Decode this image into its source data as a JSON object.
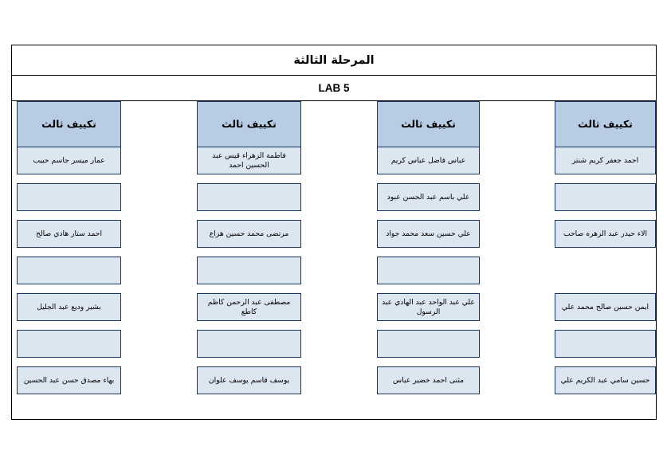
{
  "document": {
    "title": "المرحلة الثالثة",
    "lab": "LAB 5"
  },
  "colors": {
    "header_fill": "#b8cce4",
    "cell_fill": "#dce6f1",
    "border": "#17365d",
    "frame": "#000000",
    "page_background": "#ffffff"
  },
  "columns": [
    {
      "header": "تكييف ثالث",
      "cells": [
        {
          "text": "عمار ميسر جاسم حبيب",
          "filled": true
        },
        {
          "text": "",
          "filled": true
        },
        {
          "text": "احمد ستار هادي صالح",
          "filled": true
        },
        {
          "text": "",
          "filled": true
        },
        {
          "text": "بشير وديع عبد الجليل",
          "filled": true
        },
        {
          "text": "",
          "filled": true
        },
        {
          "text": "بهاء مصدق حسن عبد الحسين",
          "filled": true
        }
      ]
    },
    {
      "header": "تكييف ثالث",
      "cells": [
        {
          "text": "فاطمة الزهراء قيس عبد الحسين احمد",
          "filled": true
        },
        {
          "text": "",
          "filled": true
        },
        {
          "text": "مرتضى محمد حسين هزاع",
          "filled": true
        },
        {
          "text": "",
          "filled": true
        },
        {
          "text": "مصطفى عبد الرحمن كاظم كاطع",
          "filled": true
        },
        {
          "text": "",
          "filled": true
        },
        {
          "text": "يوسف قاسم يوسف علوان",
          "filled": true
        }
      ]
    },
    {
      "header": "تكييف ثالث",
      "cells": [
        {
          "text": "عباس فاضل عباس كريم",
          "filled": true
        },
        {
          "text": "علي باسم عبد الحسن عبود",
          "filled": true
        },
        {
          "text": "علي حسين سعد محمد جواد",
          "filled": true
        },
        {
          "text": "",
          "filled": true
        },
        {
          "text": "علي عبد الواحد عبد الهادي عبد الرسول",
          "filled": true
        },
        {
          "text": "",
          "filled": true
        },
        {
          "text": "مثنى احمد خضير عباس",
          "filled": true
        }
      ]
    },
    {
      "header": "تكييف ثالث",
      "cells": [
        {
          "text": "احمد جعفر كريم شنتر",
          "filled": true
        },
        {
          "text": "",
          "filled": true
        },
        {
          "text": "الاء حيدر عبد الزهره صاحب",
          "filled": true
        },
        {
          "text": "",
          "filled": false
        },
        {
          "text": "ايمن حسين صالح محمد علي",
          "filled": true
        },
        {
          "text": "",
          "filled": true
        },
        {
          "text": "حسين سامي عبد الكريم علي",
          "filled": true
        }
      ]
    }
  ]
}
